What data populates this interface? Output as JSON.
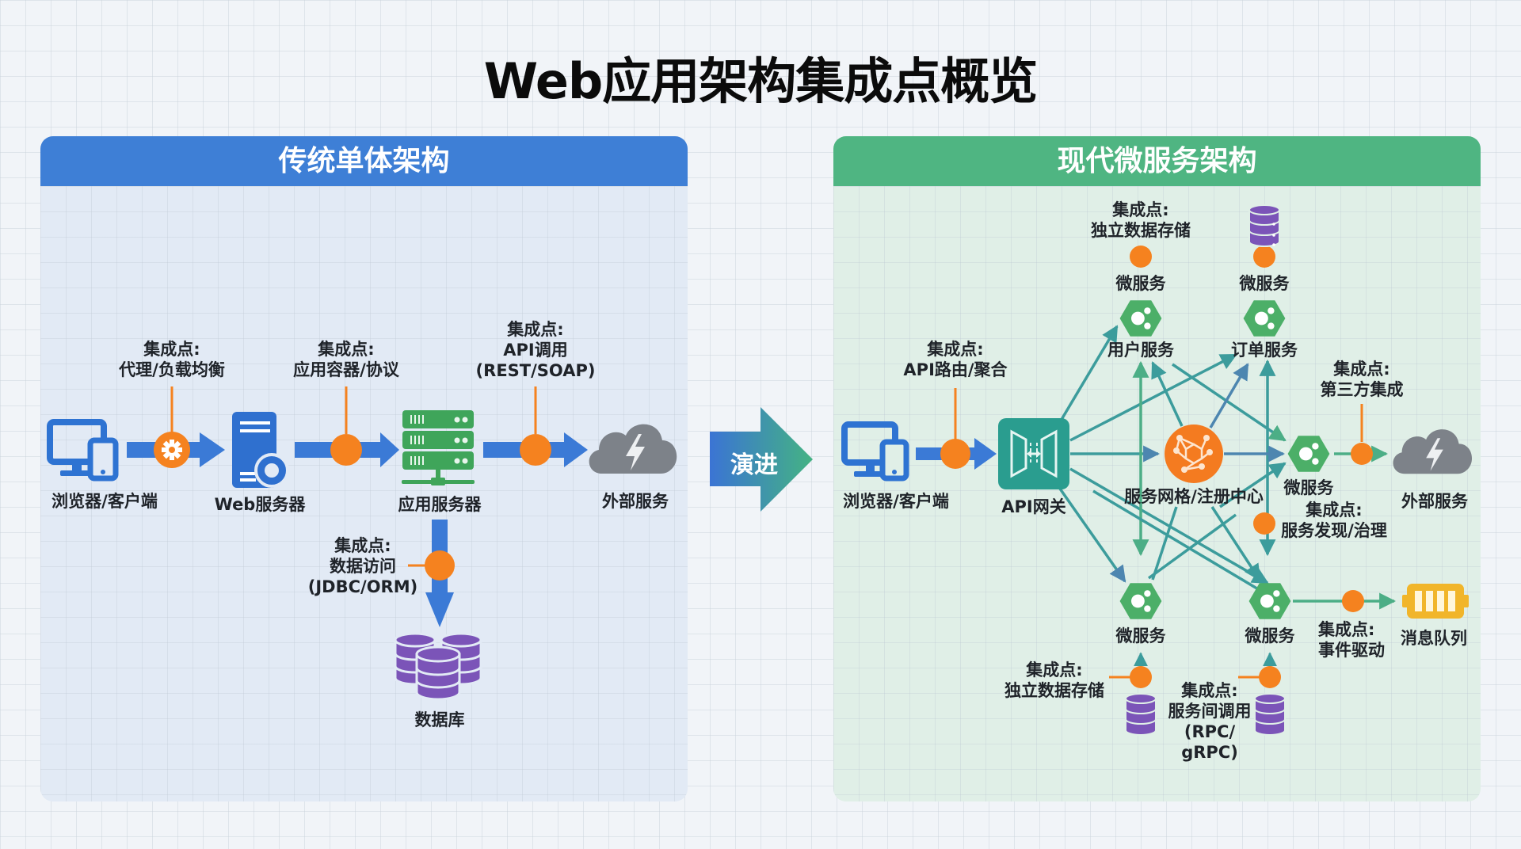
{
  "title": "Web应用架构集成点概览",
  "colors": {
    "monolith_header": "#3e7fd6",
    "microservice_header": "#4fb582",
    "integration_point": "#f5821f",
    "flow_arrow": "#3b7ad6",
    "mesh_line": "#3c9c9c",
    "service_hex": "#4caf68",
    "database": "#7b54b8",
    "external_cloud": "#7d8289",
    "message_queue": "#f1b52a",
    "api_gateway": "#2a9d8f"
  },
  "evolution_label": "演进",
  "monolith": {
    "header": "传统单体架构",
    "nodes": {
      "client": "浏览器/客户端",
      "web_server": "Web服务器",
      "app_server": "应用服务器",
      "external": "外部服务",
      "database": "数据库"
    },
    "integration_points": [
      {
        "heading": "集成点:",
        "lines": [
          "代理/负载均衡"
        ]
      },
      {
        "heading": "集成点:",
        "lines": [
          "应用容器/协议"
        ]
      },
      {
        "heading": "集成点:",
        "lines": [
          "API调用",
          "(REST/SOAP)"
        ]
      },
      {
        "heading": "集成点:",
        "lines": [
          "数据访问",
          "(JDBC/ORM)"
        ]
      }
    ]
  },
  "microservices": {
    "header": "现代微服务架构",
    "nodes": {
      "client": "浏览器/客户端",
      "api_gateway": "API网关",
      "service_mesh": "服务网格/注册中心",
      "user_service_type": "微服务",
      "user_service": "用户服务",
      "order_service_type": "微服务",
      "order_service": "订单服务",
      "right_service": "微服务",
      "bottom_left_service": "微服务",
      "bottom_right_service": "微服务",
      "external": "外部服务",
      "message_queue": "消息队列"
    },
    "integration_points": [
      {
        "heading": "集成点:",
        "lines": [
          "API路由/聚合"
        ]
      },
      {
        "heading": "集成点:",
        "lines": [
          "独立数据存储"
        ]
      },
      {
        "heading": "集成点:",
        "lines": [
          "第三方集成"
        ]
      },
      {
        "heading": "集成点:",
        "lines": [
          "服务发现/治理"
        ]
      },
      {
        "heading": "集成点:",
        "lines": [
          "事件驱动"
        ]
      },
      {
        "heading": "集成点:",
        "lines": [
          "独立数据存储"
        ]
      },
      {
        "heading": "集成点:",
        "lines": [
          "服务间调用",
          "(RPC/",
          "gRPC)"
        ]
      }
    ]
  }
}
